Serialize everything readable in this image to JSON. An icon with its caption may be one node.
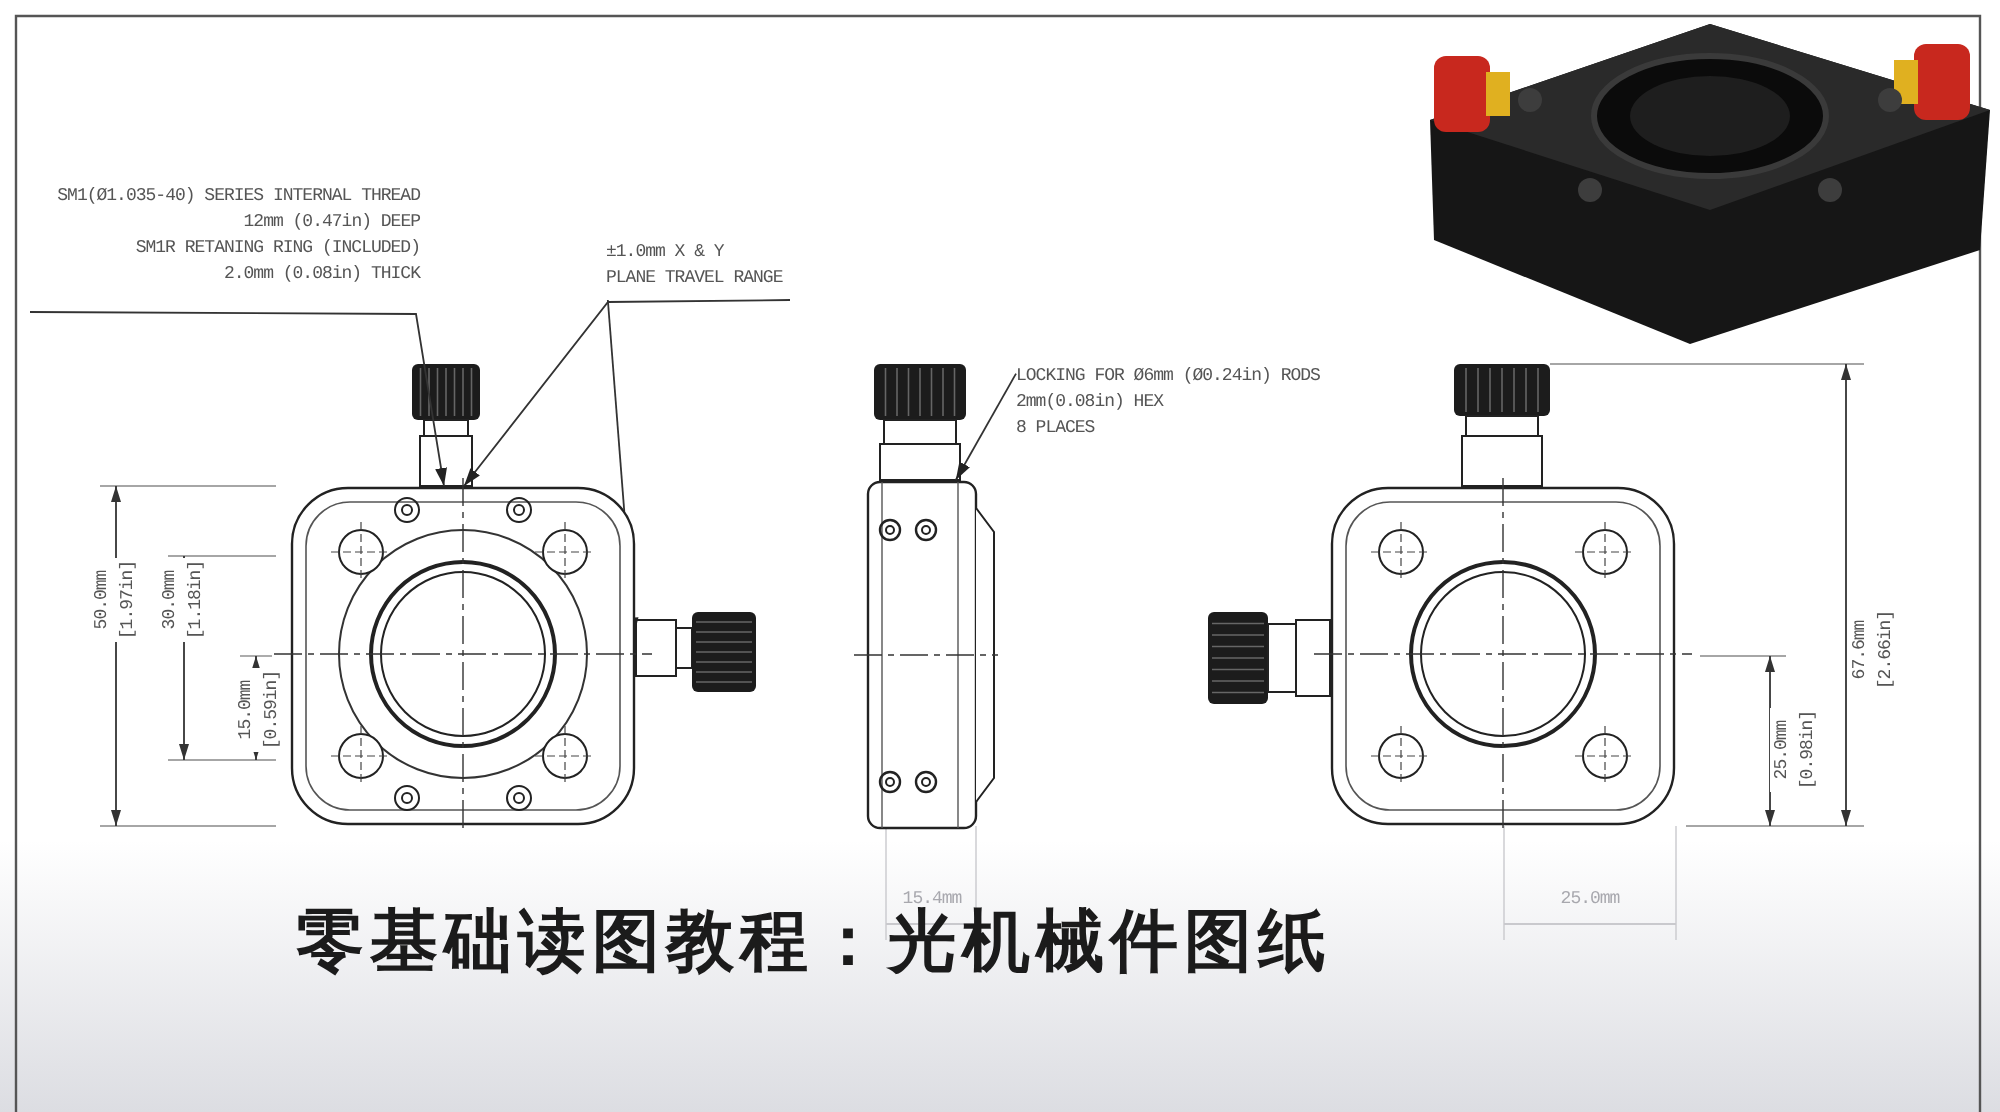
{
  "diagram": {
    "title": "零基础读图教程：光机械件图纸",
    "nodes": [
      {
        "text": [
          "SM1(Ø1.035-40) SERIES INTERNAL THREAD 12mm (0.47in) DEEP",
          "SM1R RETANING RING (INCLUDED) 2.0mm (0.08in) THICK"
        ]
      },
      {
        "text": [
          "±1.0mm X & Y",
          "PLANE TRAVEL RANGE"
        ]
      },
      {
        "text": [
          "LOCKING FOR Ø6mm (Ø0.24in) RODS",
          "2mm(0.08in) HEX",
          "8 PLACES"
        ]
      },
      {
        "text": [],
        "shape": "picture"
      },
      {
        "text": [],
        "shape": "picture"
      },
      {
        "text": [],
        "shape": "picture"
      },
      {
        "text": [],
        "shape": "picture"
      }
    ],
    "edges": [
      {
        "from": 0,
        "to": 3,
        "arrow": "to"
      },
      {
        "from": 1,
        "to": 3,
        "arrow": "to"
      },
      {
        "from": 1,
        "to": 3,
        "arrow": "to"
      },
      {
        "from": 2,
        "to": 4,
        "arrow": "to"
      }
    ],
    "labels": [
      "50.0mm [1.97in]",
      "30.0mm [1.18in]",
      "15.0mm [0.59in]",
      "67.6mm [2.66in]",
      "25.0mm [0.98in]",
      "15.4mm",
      "25.0mm"
    ]
  }
}
